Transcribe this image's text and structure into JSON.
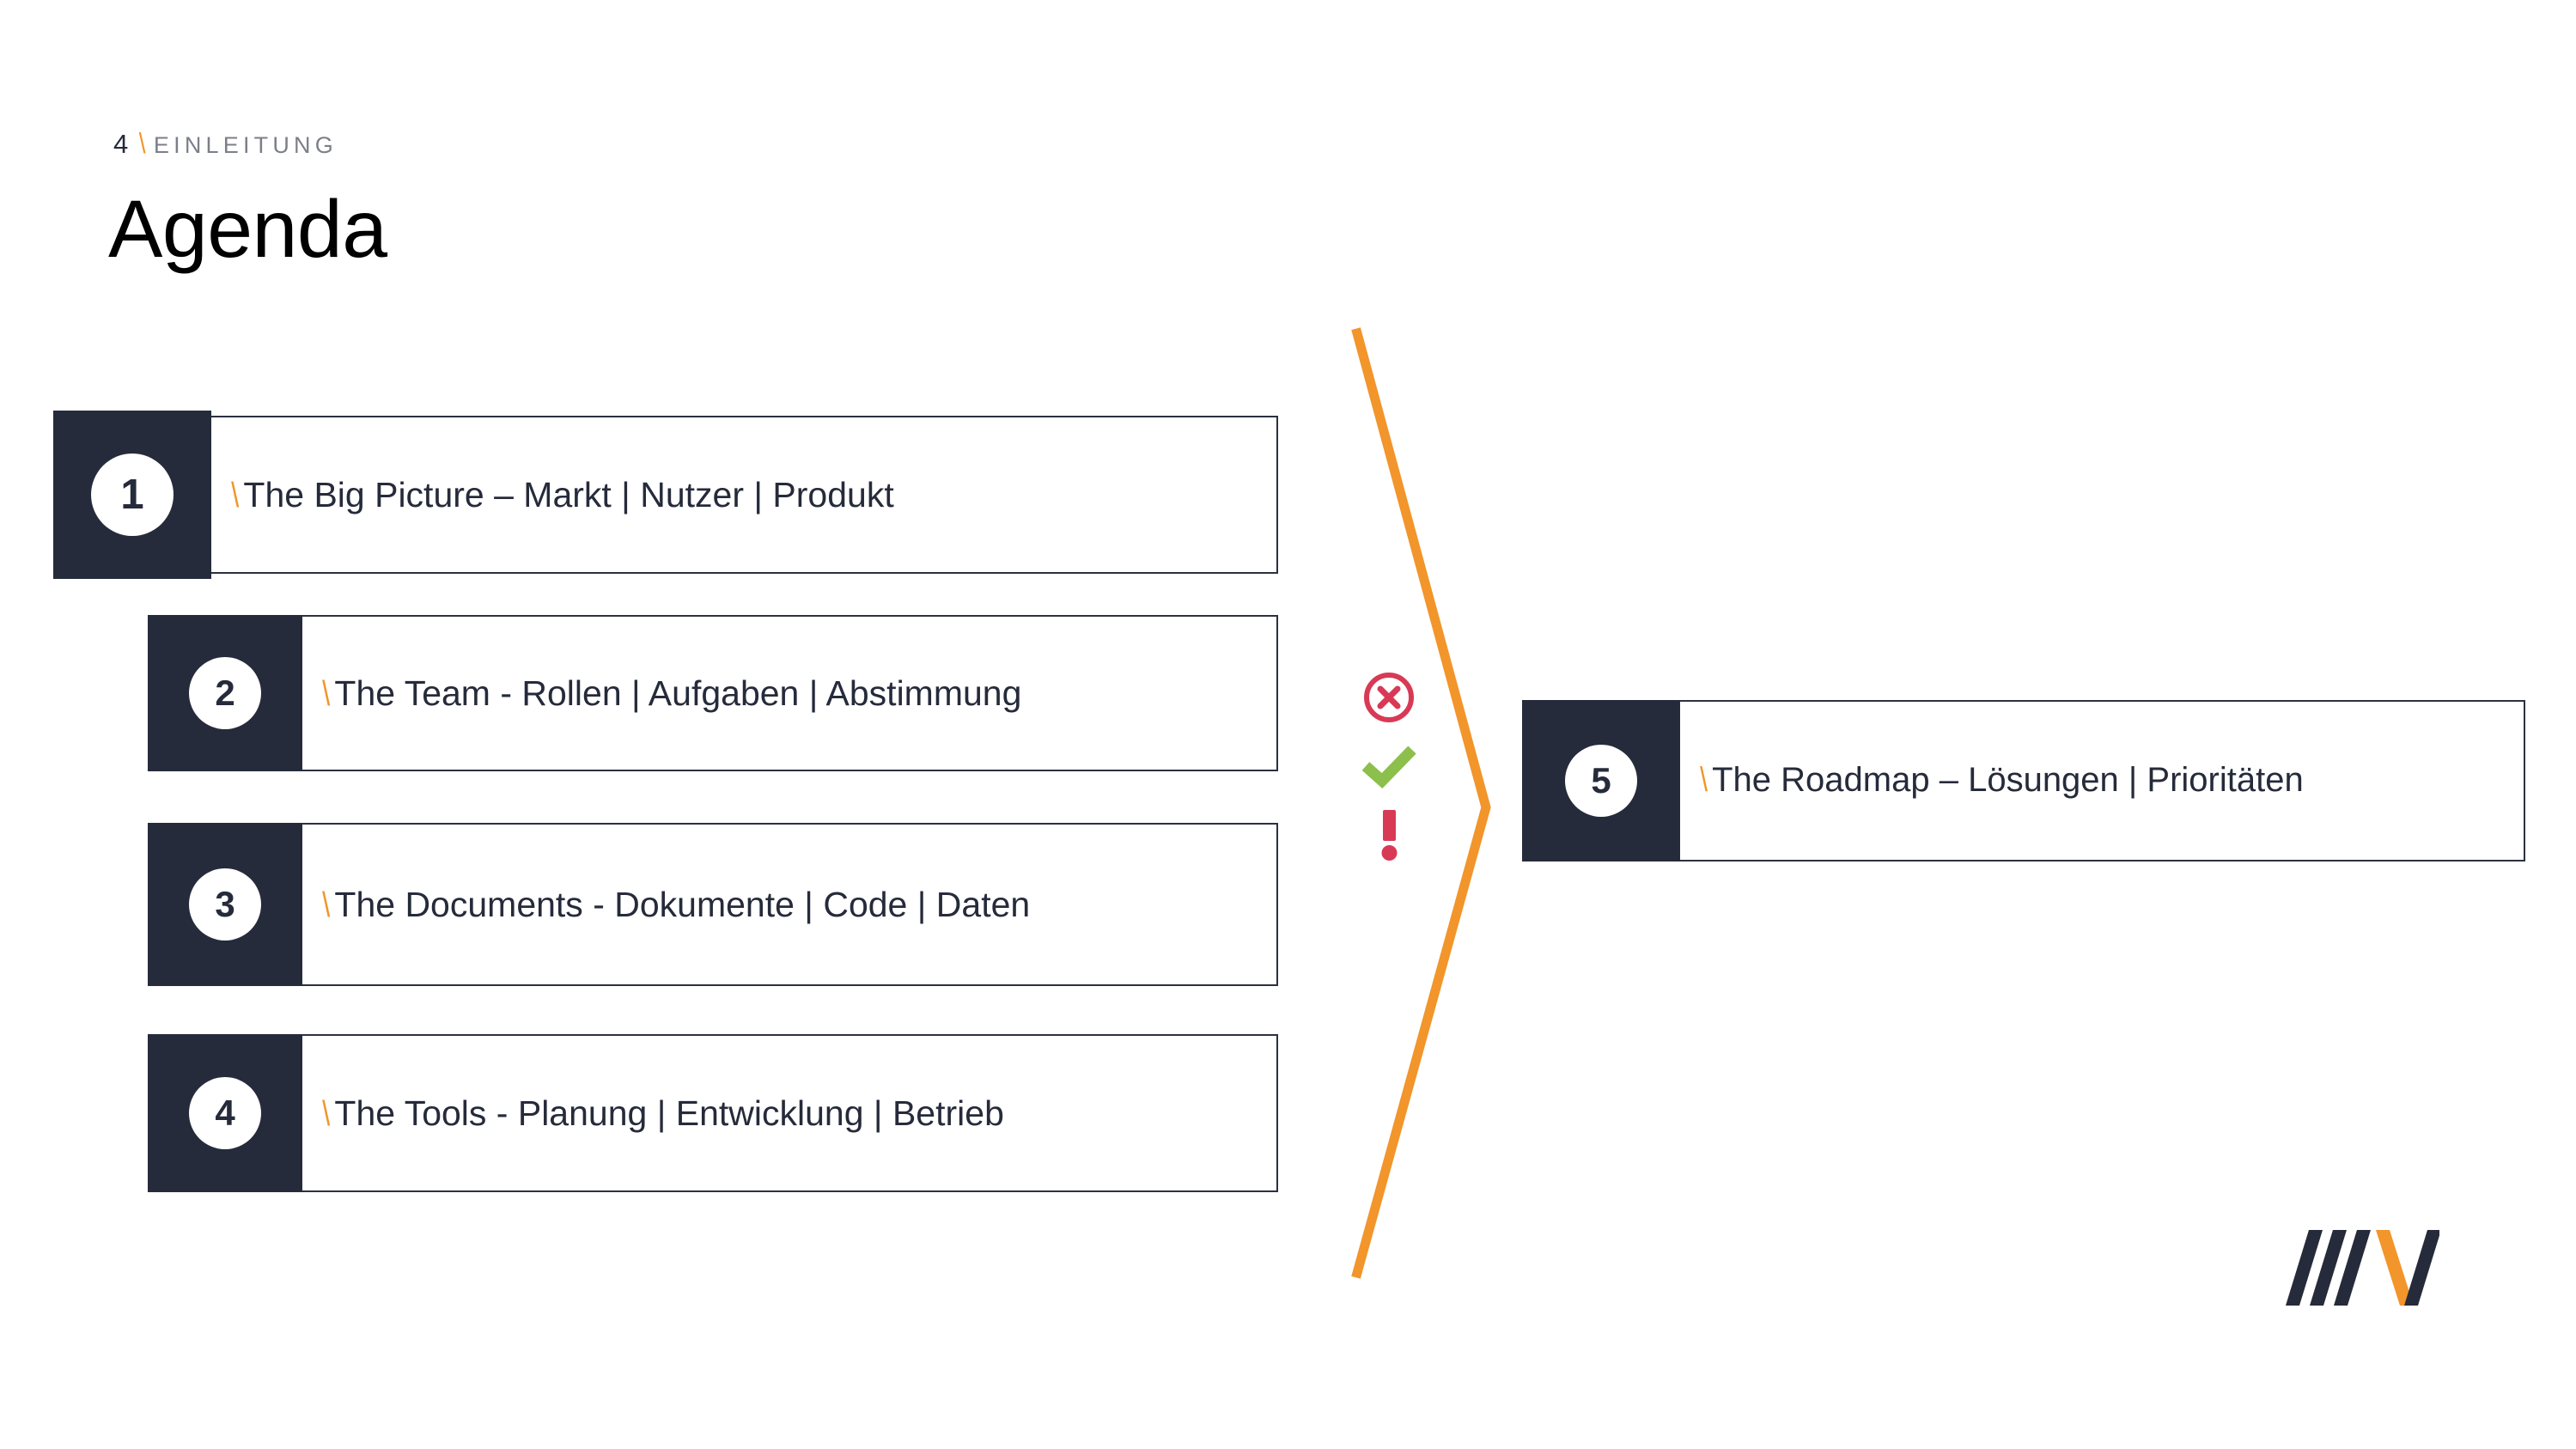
{
  "slide": {
    "kicker": {
      "number": "4",
      "slash": "\\",
      "label": "EINLEITUNG"
    },
    "title": "Agenda",
    "colors": {
      "navy": "#262B3B",
      "orange": "#F2952B",
      "gray_label": "#7c7f88",
      "crimson": "#D83A56",
      "green": "#8DBF4C",
      "white": "#FFFFFF"
    }
  },
  "agenda": {
    "items": [
      {
        "number": "1",
        "slash": "\\",
        "text": "The Big Picture – Markt | Nutzer | Produkt",
        "column": "left"
      },
      {
        "number": "2",
        "slash": "\\",
        "text": "The Team - Rollen | Aufgaben | Abstimmung",
        "column": "left"
      },
      {
        "number": "3",
        "slash": "\\",
        "text": "The Documents - Dokumente | Code | Daten",
        "column": "left"
      },
      {
        "number": "4",
        "slash": "\\",
        "text": "The Tools - Planung | Entwicklung | Betrieb",
        "column": "left"
      },
      {
        "number": "5",
        "slash": "\\",
        "text": "The Roadmap – Lösungen | Prioritäten",
        "column": "right"
      }
    ]
  },
  "center": {
    "chevron_icon": "chevron-right-outline",
    "icons": [
      {
        "name": "circle-x-icon",
        "color": "#D83A56"
      },
      {
        "name": "check-icon",
        "color": "#8DBF4C"
      },
      {
        "name": "exclamation-icon",
        "color": "#D83A56"
      }
    ]
  },
  "logo": {
    "name": "slashes-logo",
    "navy_strokes": 4,
    "orange_strokes": 1
  }
}
